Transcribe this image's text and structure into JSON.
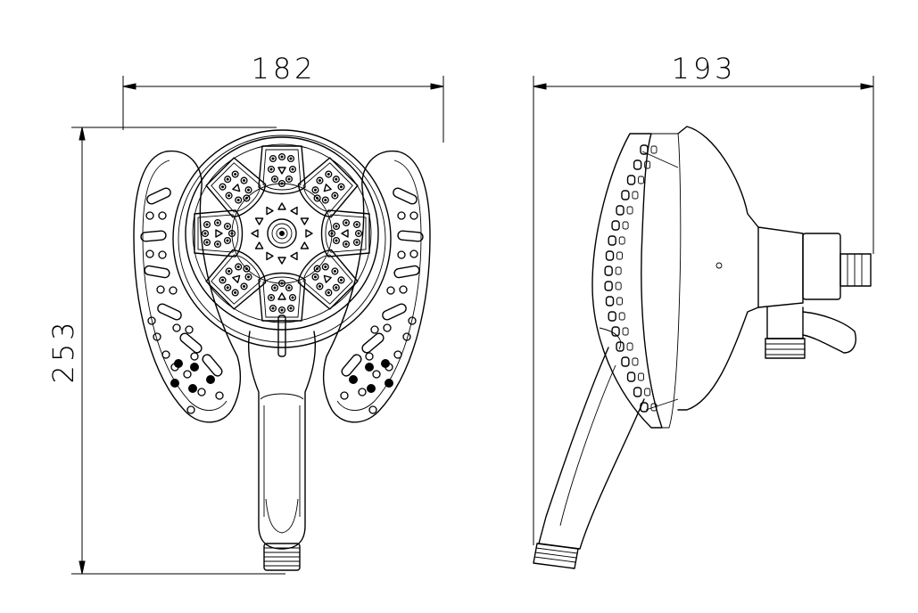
{
  "dimensions": {
    "front_width": "182",
    "side_depth": "193",
    "height": "253"
  },
  "colors": {
    "line": "#000000",
    "background": "#ffffff"
  }
}
